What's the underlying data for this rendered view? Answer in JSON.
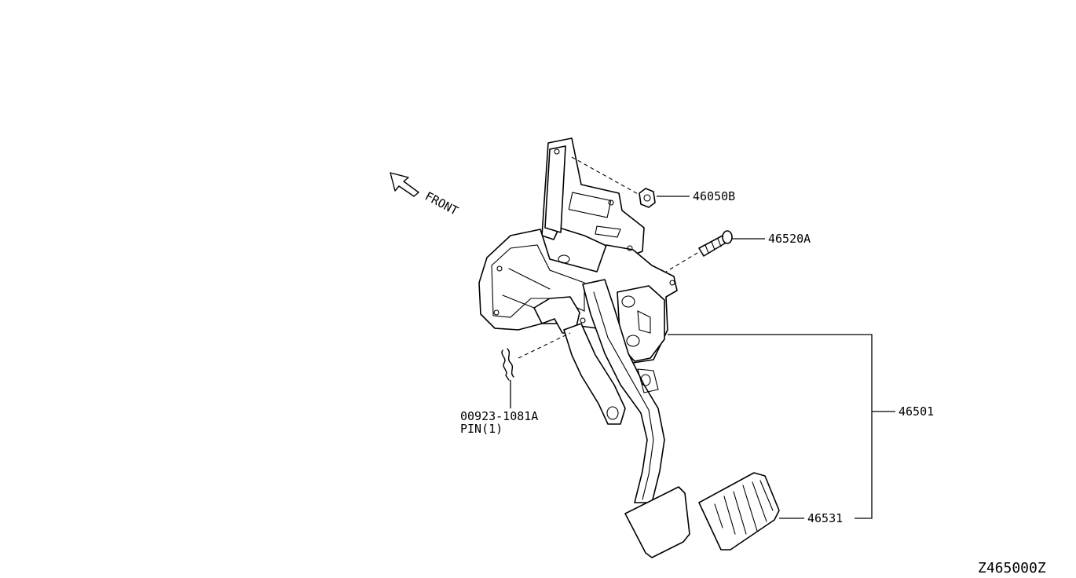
{
  "direction": {
    "label": "FRONT",
    "icon": "arrow-up-left-icon"
  },
  "parts": {
    "nut": {
      "number": "46050B"
    },
    "bolt": {
      "number": "46520A"
    },
    "pedal_assembly": {
      "number": "46501"
    },
    "pedal_pad": {
      "number": "46531"
    },
    "pin": {
      "number": "00923-1081A",
      "description": "PIN(1)"
    }
  },
  "diagram_code": "Z465000Z"
}
